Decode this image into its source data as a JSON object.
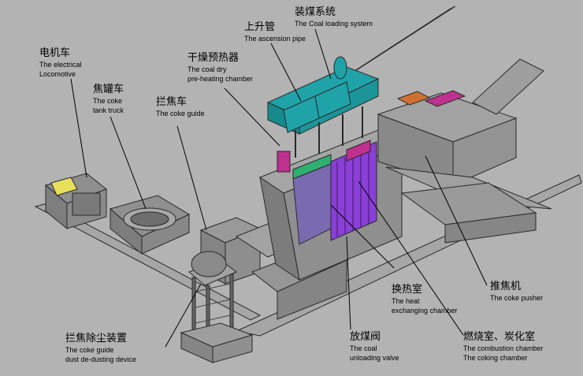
{
  "labels": {
    "locomotive": {
      "zh": "电机车",
      "en1": "The electrical",
      "en2": "Locomotive"
    },
    "coke_tank_truck": {
      "zh": "焦罐车",
      "en1": "The coke",
      "en2": "tank truck"
    },
    "coke_guide": {
      "zh": "拦焦车",
      "en1": "The coke guide"
    },
    "coal_dry_chamber": {
      "zh": "干燥预热器",
      "en1": "The coal dry",
      "en2": "pre-heating chamber"
    },
    "ascension_pipe": {
      "zh": "上升管",
      "en1": "The ascension pipe"
    },
    "coal_loading": {
      "zh": "装煤系统",
      "en1": "The Coal loading system"
    },
    "coke_guide_dedusting": {
      "zh": "拦焦除尘装置",
      "en1": "The coke guide",
      "en2": "dust de-dusting device"
    },
    "heat_exchanging": {
      "zh": "换热室",
      "en1": "The heat",
      "en2": "exchanging chamber"
    },
    "coke_pusher": {
      "zh": "推焦机",
      "en1": "The coke pusher"
    },
    "unloading_valve": {
      "zh": "放煤阀",
      "en1": "The coal",
      "en2": "unloading valve"
    },
    "combustion_coking": {
      "zh": "燃烧室、炭化室",
      "en1": "The combustion chamber",
      "en2": "The coking chamber"
    }
  },
  "colors": {
    "background": "#b3b3b3",
    "structure": "#9a9a9a",
    "cyan_duct": "#1fa3a8",
    "purple": "#8a3fd6",
    "magenta": "#c0308e",
    "green": "#30b070",
    "yellow": "#e6e05a",
    "orange": "#d07030"
  }
}
